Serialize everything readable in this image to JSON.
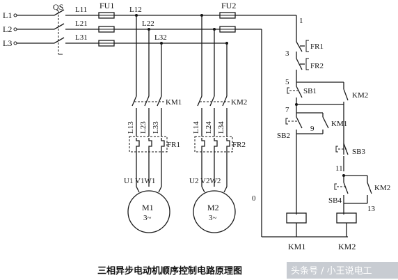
{
  "lines": {
    "l1": "L1",
    "l2": "L2",
    "l3": "L3"
  },
  "qs": "QS",
  "fuses": {
    "fu1": "FU1",
    "fu2": "FU2"
  },
  "branches": {
    "l11": "L11",
    "l12": "L12",
    "l21": "L21",
    "l22": "L22",
    "l31": "L31",
    "l32": "L32"
  },
  "contactors": {
    "km1": "KM1",
    "km2": "KM2"
  },
  "motor1_wires": [
    "L13",
    "L23",
    "L33"
  ],
  "motor2_wires": [
    "L14",
    "L24",
    "L34"
  ],
  "thermal": {
    "fr1": "FR1",
    "fr2": "FR2"
  },
  "motor1": {
    "terminals": "U1 V1W1",
    "name": "M1",
    "phase": "3~"
  },
  "motor2": {
    "terminals": "U2 V2W2",
    "name": "M2",
    "phase": "3~"
  },
  "nodes": {
    "n0": "0",
    "n1": "1",
    "n3": "3",
    "n5": "5",
    "n7": "7",
    "n9": "9",
    "n11": "11",
    "n13": "13"
  },
  "control": {
    "fr1": "FR1",
    "fr2": "FR2",
    "sb1": "SB1",
    "sb2": "SB2",
    "sb3": "SB3",
    "sb4": "SB4",
    "km2_aux": "KM2",
    "km1_aux": "KM1",
    "km2_aux2": "KM2",
    "coil_km1": "KM1",
    "coil_km2": "KM2"
  },
  "caption": "三相异步电动机顺序控制电路原理图",
  "watermark": "头条号 / 小王说电工"
}
